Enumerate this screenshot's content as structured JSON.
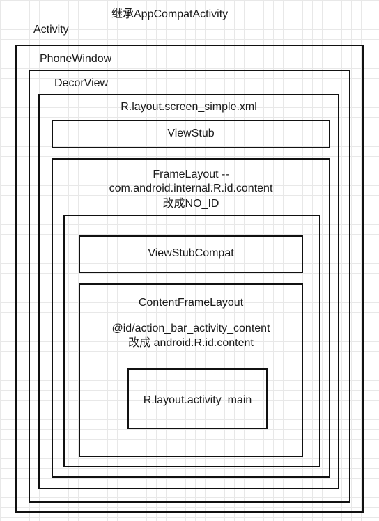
{
  "diagram": {
    "title": "继承AppCompatActivity",
    "activity_label": "Activity",
    "phone_window_label": "PhoneWindow",
    "decor_view_label": "DecorView",
    "screen_simple_label": "R.layout.screen_simple.xml",
    "view_stub_label": "ViewStub",
    "frame_layout": {
      "line1": "FrameLayout --",
      "line2": "com.android.internal.R.id.content",
      "line3": "改成NO_ID"
    },
    "view_stub_compat_label": "ViewStubCompat",
    "content_frame_layout": {
      "line1": "ContentFrameLayout",
      "line2": "@id/action_bar_activity_content",
      "line3": "改成 android.R.id.content"
    },
    "activity_main_label": "R.layout.activity_main"
  }
}
